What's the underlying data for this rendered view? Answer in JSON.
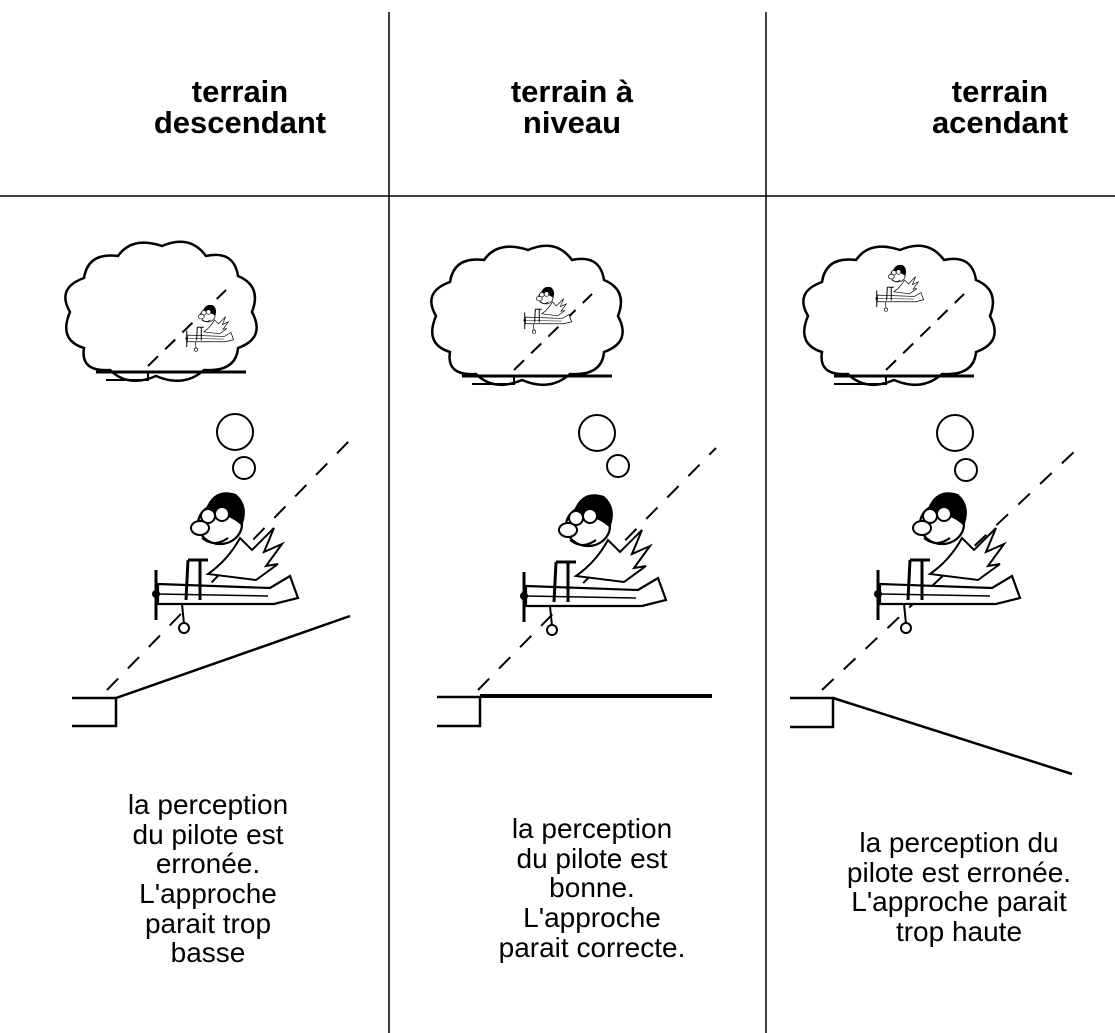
{
  "columns": [
    {
      "id": "descendant",
      "header": [
        "terrain",
        "descendant"
      ],
      "caption": [
        "la perception",
        "du pilote est",
        "erronée.",
        "L'approche",
        "parait trop",
        "basse"
      ]
    },
    {
      "id": "niveau",
      "header": [
        "terrain à",
        "niveau"
      ],
      "caption": [
        "la perception",
        "du pilote est",
        "bonne.",
        "L'approche",
        "parait correcte."
      ]
    },
    {
      "id": "acendant",
      "header": [
        "terrain",
        "acendant"
      ],
      "caption": [
        "la perception du",
        "pilote est erronée.",
        "L'approche parait",
        "trop haute"
      ]
    }
  ],
  "colors": {
    "ink": "#000000",
    "background": "#ffffff"
  },
  "icons": [
    "thought-cloud-icon",
    "pilot-airplane-icon",
    "runway-icon",
    "sight-line-icon"
  ]
}
